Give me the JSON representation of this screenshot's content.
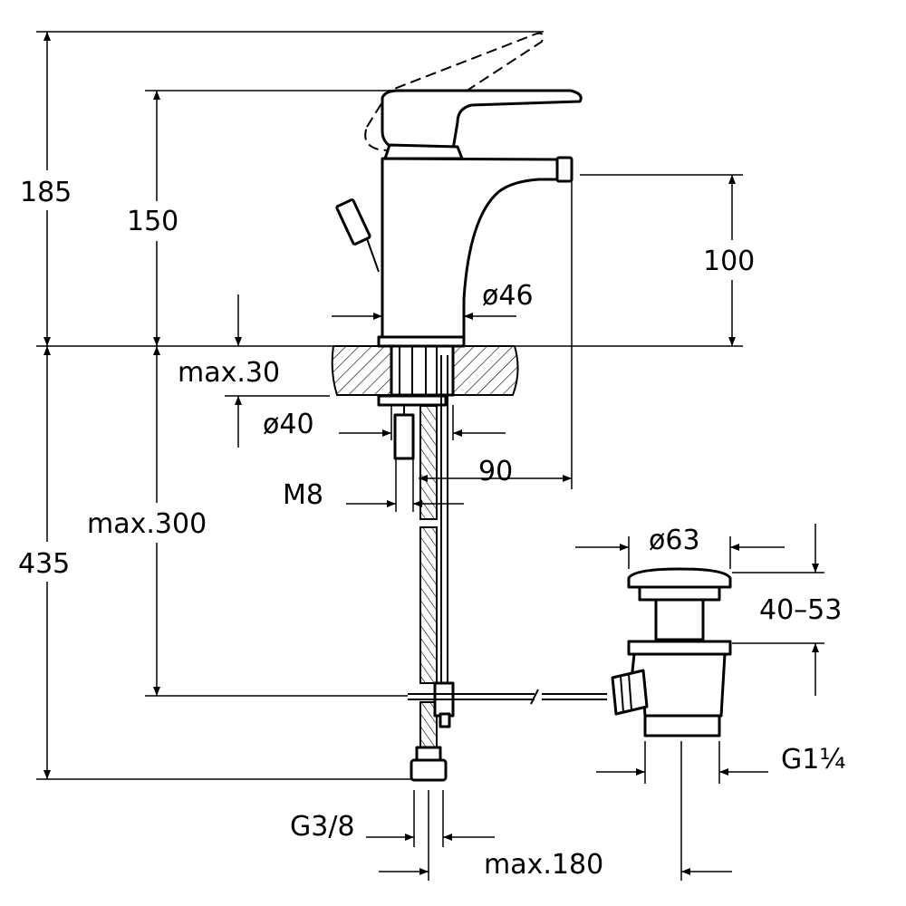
{
  "dimensions": {
    "total_height_above": "185",
    "spout_height": "150",
    "outlet_height": "100",
    "body_diameter": "ø46",
    "max_deck_thickness": "max.30",
    "fixing_diameter": "ø40",
    "spout_reach": "90",
    "rod_thread": "M8",
    "max_length_below": "max.300",
    "total_height_below": "435",
    "waste_diameter": "ø63",
    "waste_range": "40–53",
    "waste_thread": "G1¼",
    "supply_thread": "G3/8",
    "max_waste_offset": "max.180"
  }
}
